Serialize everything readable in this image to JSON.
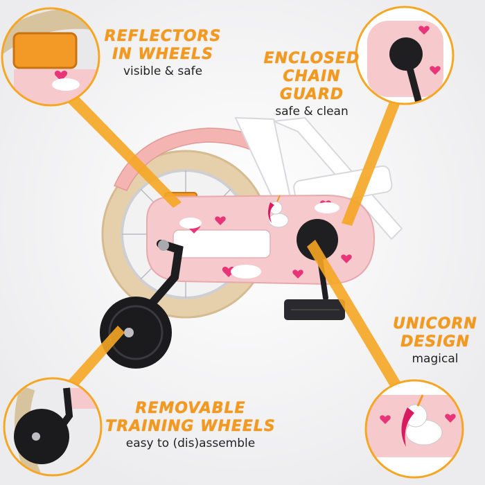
{
  "features": [
    {
      "title_lines": [
        "REFLECTORS",
        "IN WHEELS"
      ],
      "desc": "visible & safe"
    },
    {
      "title_lines": [
        "ENCLOSED",
        "CHAIN GUARD"
      ],
      "desc": "safe & clean"
    },
    {
      "title_lines": [
        "UNICORN",
        "DESIGN"
      ],
      "desc": "magical"
    },
    {
      "title_lines": [
        "REMOVABLE",
        "TRAINING WHEELS"
      ],
      "desc": "easy to (dis)assemble"
    }
  ],
  "colors": {
    "accent": "#f39a1c",
    "guard_pink": "#f4c4c8",
    "frame_white": "#ffffff",
    "tire_cream": "#e8d3b0",
    "background": "#f4f4f5"
  }
}
